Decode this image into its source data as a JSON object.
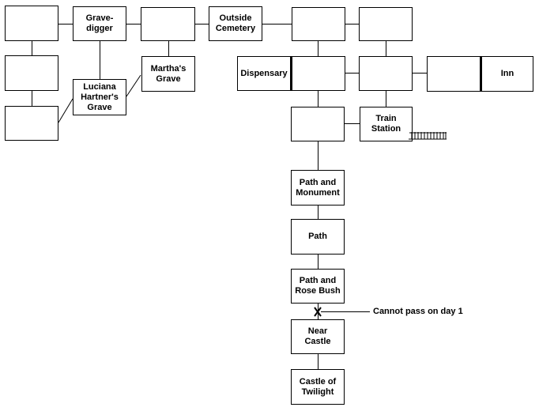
{
  "diagram": {
    "type": "game-location-map",
    "colors": {
      "background": "#ffffff",
      "line": "#000000",
      "text": "#000000"
    },
    "nodes": {
      "grave_digger": "Grave-\ndigger",
      "outside_cemetery": "Outside\nCemetery",
      "marthas_grave": "Martha's\nGrave",
      "luciana_hartners_grave": "Luciana\nHartner's\nGrave",
      "dispensary": "Dispensary",
      "inn": "Inn",
      "train_station": "Train\nStation",
      "path_and_monument": "Path and\nMonument",
      "path": "Path",
      "path_and_rose_bush": "Path and\nRose Bush",
      "near_castle": "Near\nCastle",
      "castle_of_twilight": "Castle of\nTwilight"
    },
    "annotation": "Cannot pass on day 1"
  }
}
